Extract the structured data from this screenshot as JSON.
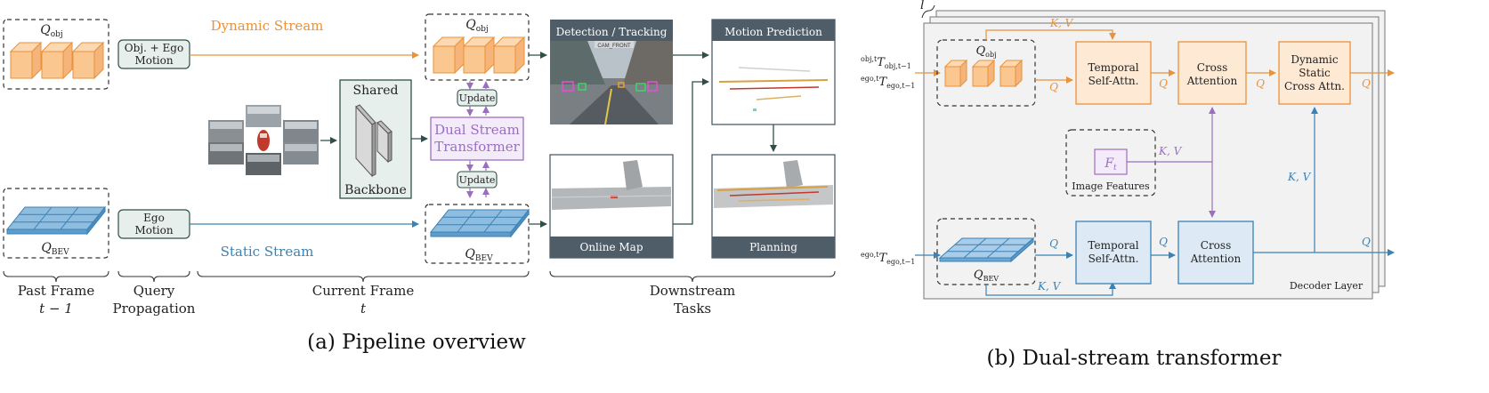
{
  "colors": {
    "dynamic": "#e8923a",
    "static": "#3a82b5",
    "fusion": "#9b6fc0",
    "teal": "#4e7d70",
    "tealFill": "#e7efec",
    "darkPanel": "#4f5d68",
    "grayPanel": "#f2f2f2"
  },
  "pipeline": {
    "q_obj": "Q",
    "q_obj_sub": "obj",
    "q_bev": "Q",
    "q_bev_sub": "BEV",
    "obj_ego_motion_line1": "Obj. + Ego",
    "obj_ego_motion_line2": "Motion",
    "ego_motion_line1": "Ego",
    "ego_motion_line2": "Motion",
    "dynamic_stream": "Dynamic Stream",
    "static_stream": "Static Stream",
    "backbone_top": "Shared",
    "backbone_bottom": "Backbone",
    "update_top": "Update",
    "update_bottom": "Update",
    "dst_line1": "Dual Stream",
    "dst_line2": "Transformer",
    "detection_tracking": "Detection / Tracking",
    "cam_front": "CAM_FRONT",
    "motion_prediction": "Motion Prediction",
    "online_map": "Online Map",
    "planning": "Planning",
    "past_frame_line1": "Past Frame",
    "past_frame_line2": "t − 1",
    "query_propagation_line1": "Query",
    "query_propagation_line2": "Propagation",
    "current_frame_line1": "Current Frame",
    "current_frame_line2": "t",
    "downstream_line1": "Downstream",
    "downstream_line2": "Tasks",
    "caption": "(a) Pipeline overview"
  },
  "decoder": {
    "l_label": "l",
    "q_obj": "Q",
    "q_obj_sub": "obj",
    "q_bev": "Q",
    "q_bev_sub": "BEV",
    "t_obj_sup": "obj,t",
    "t_obj_main": "T",
    "t_obj_sub": "obj,t−1",
    "t_ego_sup": "ego,t",
    "t_ego_main": "T",
    "t_ego_sub": "ego,t−1",
    "t_ego2_sup": "ego,t",
    "t_ego2_main": "T",
    "t_ego2_sub": "ego,t−1",
    "kv": "K, V",
    "q": "Q",
    "temporal_line1": "Temporal",
    "temporal_line2": "Self-Attn.",
    "cross_line1": "Cross",
    "cross_line2": "Attention",
    "dyn_line1": "Dynamic",
    "dyn_line2": "Static",
    "dyn_line3": "Cross Attn.",
    "ft_main": "F",
    "ft_sub": "t",
    "image_features": "Image Features",
    "decoder_layer": "Decoder Layer",
    "caption": "(b) Dual-stream transformer"
  }
}
